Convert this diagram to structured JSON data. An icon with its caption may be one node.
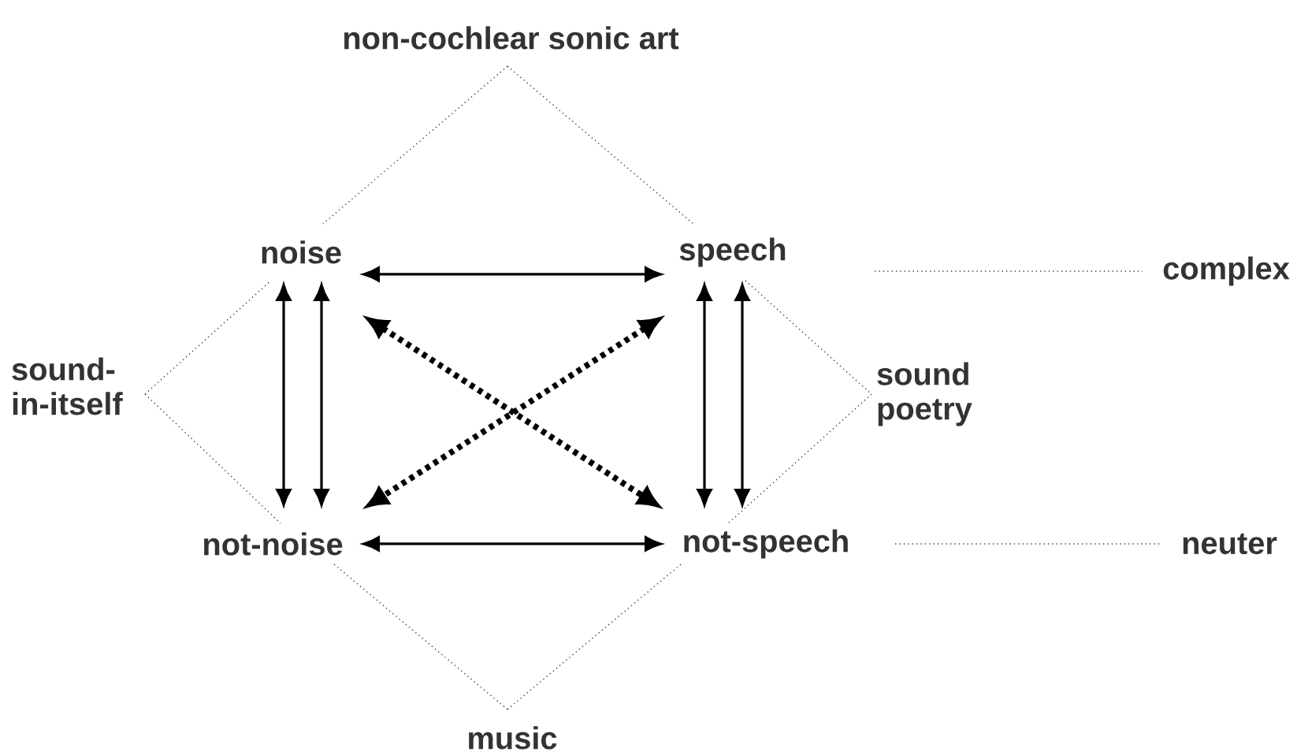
{
  "diagram": {
    "nodes": [
      {
        "text": [
          "non-cochlear sonic art"
        ]
      },
      {
        "text": [
          "noise"
        ]
      },
      {
        "text": [
          "speech"
        ]
      },
      {
        "text": [
          "complex"
        ]
      },
      {
        "text": [
          "sound-in-itself"
        ]
      },
      {
        "text": [
          "sound poetry"
        ]
      },
      {
        "text": [
          "not-noise"
        ]
      },
      {
        "text": [
          "not-speech"
        ]
      },
      {
        "text": [
          "neuter"
        ]
      },
      {
        "text": [
          "music"
        ]
      }
    ],
    "edges": [
      {
        "from": 0,
        "to": 1,
        "arrow": "none",
        "style": "dashed"
      },
      {
        "from": 0,
        "to": 2,
        "arrow": "none",
        "style": "dashed"
      },
      {
        "from": 4,
        "to": 1,
        "arrow": "none",
        "style": "dashed"
      },
      {
        "from": 4,
        "to": 6,
        "arrow": "none",
        "style": "dashed"
      },
      {
        "from": 2,
        "to": 5,
        "arrow": "none",
        "style": "dashed"
      },
      {
        "from": 5,
        "to": 7,
        "arrow": "none",
        "style": "dashed"
      },
      {
        "from": 6,
        "to": 9,
        "arrow": "none",
        "style": "dashed"
      },
      {
        "from": 7,
        "to": 9,
        "arrow": "none",
        "style": "dashed"
      },
      {
        "from": 1,
        "to": 2,
        "arrow": "both"
      },
      {
        "from": 6,
        "to": 7,
        "arrow": "both"
      },
      {
        "from": 1,
        "to": 6,
        "arrow": "both"
      },
      {
        "from": 1,
        "to": 6,
        "arrow": "both"
      },
      {
        "from": 2,
        "to": 7,
        "arrow": "both"
      },
      {
        "from": 2,
        "to": 7,
        "arrow": "both"
      },
      {
        "from": 1,
        "to": 7,
        "arrow": "both",
        "style": "dashed"
      },
      {
        "from": 2,
        "to": 6,
        "arrow": "both",
        "style": "dashed"
      },
      {
        "from": 2,
        "to": 3,
        "arrow": "none",
        "style": "dashed"
      },
      {
        "from": 7,
        "to": 8,
        "arrow": "none",
        "style": "dashed"
      }
    ]
  }
}
